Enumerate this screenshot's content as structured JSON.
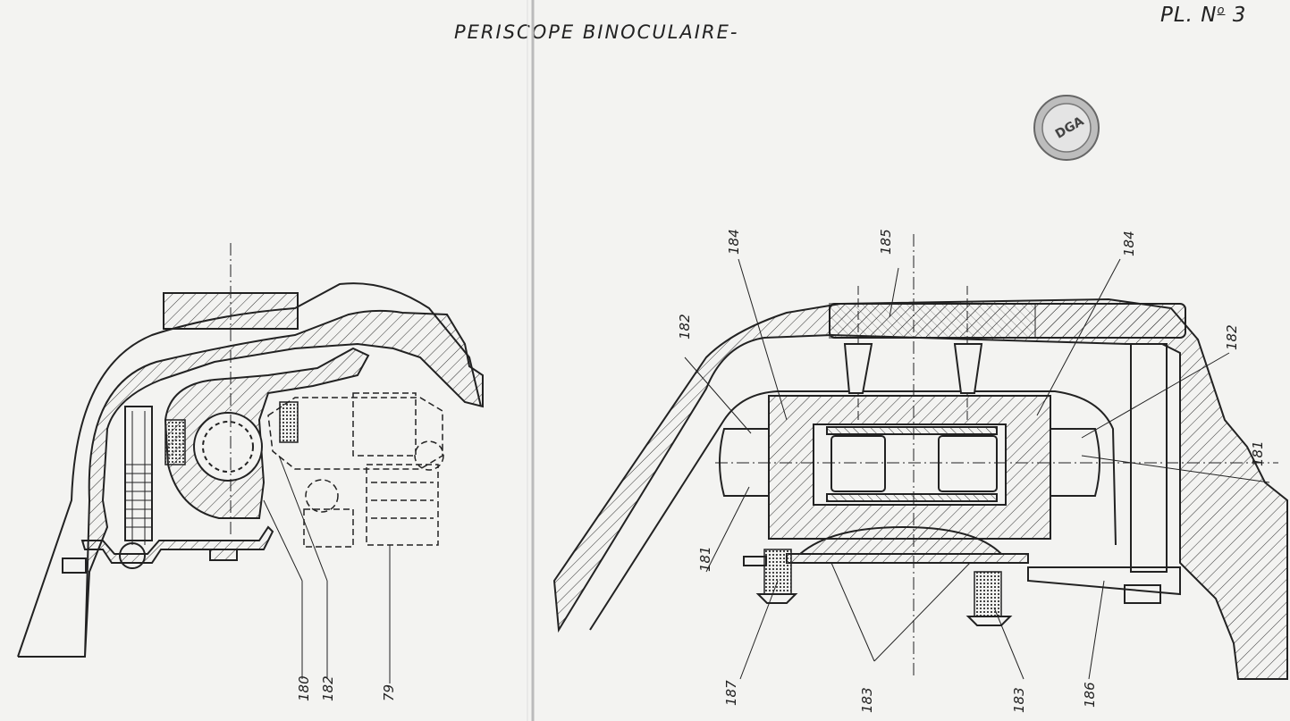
{
  "header": {
    "title": "PERISCOPE BINOCULAIRE",
    "title_suffix": "-",
    "plate": "PL. N",
    "plate_sup": "o",
    "plate_num": "3"
  },
  "stamp": {
    "text": "DGA",
    "icon": "circular-archive-stamp-icon"
  },
  "left_view": {
    "labels": [
      "180",
      "182",
      "79"
    ]
  },
  "right_view": {
    "labels": {
      "l184a": "184",
      "l185": "185",
      "l184b": "184",
      "l182a": "182",
      "l182b": "182",
      "l181a": "181",
      "l181b": "181",
      "l187": "187",
      "l183a": "183",
      "l183b": "183",
      "l186": "186"
    }
  },
  "colors": {
    "paper": "#f3f3f1",
    "ink": "#222222"
  }
}
